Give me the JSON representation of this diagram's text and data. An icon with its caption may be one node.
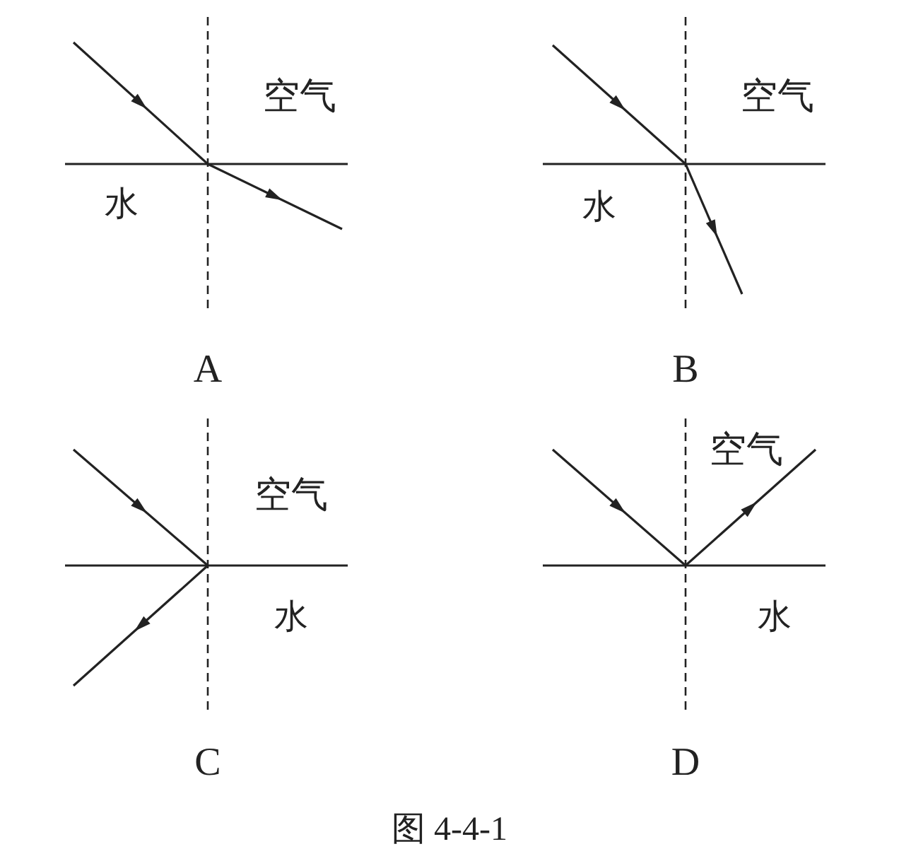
{
  "diagram": {
    "caption": "图 4-4-1",
    "labels": [
      "空气",
      "水",
      "A",
      "空气",
      "水",
      "B",
      "空气",
      "水",
      "C",
      "空气",
      "水",
      "D"
    ]
  }
}
